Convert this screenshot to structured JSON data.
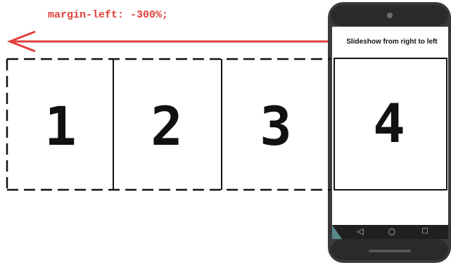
{
  "code_label": "margin-left: -300%;",
  "phone": {
    "title": "Slideshow from right to left",
    "nav": {
      "back_icon": "triangle-back-icon",
      "home_icon": "circle-home-icon",
      "recents_icon": "square-recents-icon"
    }
  },
  "slides": [
    "1",
    "2",
    "3",
    "4"
  ],
  "colors": {
    "arrow": "#e0403a",
    "phone_body": "#3a3a3a",
    "nav_bar": "#202020"
  }
}
